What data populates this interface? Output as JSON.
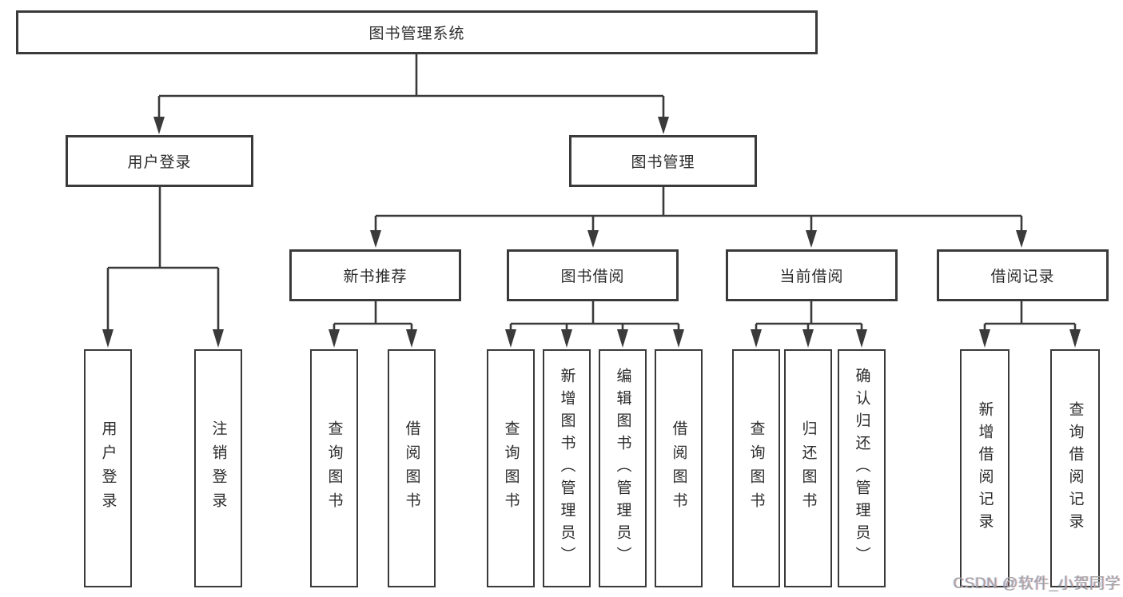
{
  "diagram": {
    "title": "图书管理系统",
    "root": {
      "label": "图书管理系统"
    },
    "level2": {
      "user_login": {
        "label": "用户登录"
      },
      "book_management": {
        "label": "图书管理"
      }
    },
    "level3": {
      "new_book_recommend": {
        "label": "新书推荐"
      },
      "book_borrow": {
        "label": "图书借阅"
      },
      "current_borrow": {
        "label": "当前借阅"
      },
      "borrow_record": {
        "label": "借阅记录"
      }
    },
    "leaves": {
      "user_login": [
        "用户登录",
        "注销登录"
      ],
      "new_book_recommend": [
        "查询图书",
        "借阅图书"
      ],
      "book_borrow": [
        "查询图书",
        "新增图书（管理员）",
        "编辑图书（管理员）",
        "借阅图书"
      ],
      "current_borrow": [
        "查询图书",
        "归还图书",
        "确认归还（管理员）"
      ],
      "borrow_record": [
        "新增借阅记录",
        "查询借阅记录"
      ]
    },
    "line_color": "#3a3a3a",
    "box_background": "#ffffff",
    "text_color": "#2b2b2b"
  },
  "watermark": {
    "text": "CSDN @软件_小贺同学"
  }
}
